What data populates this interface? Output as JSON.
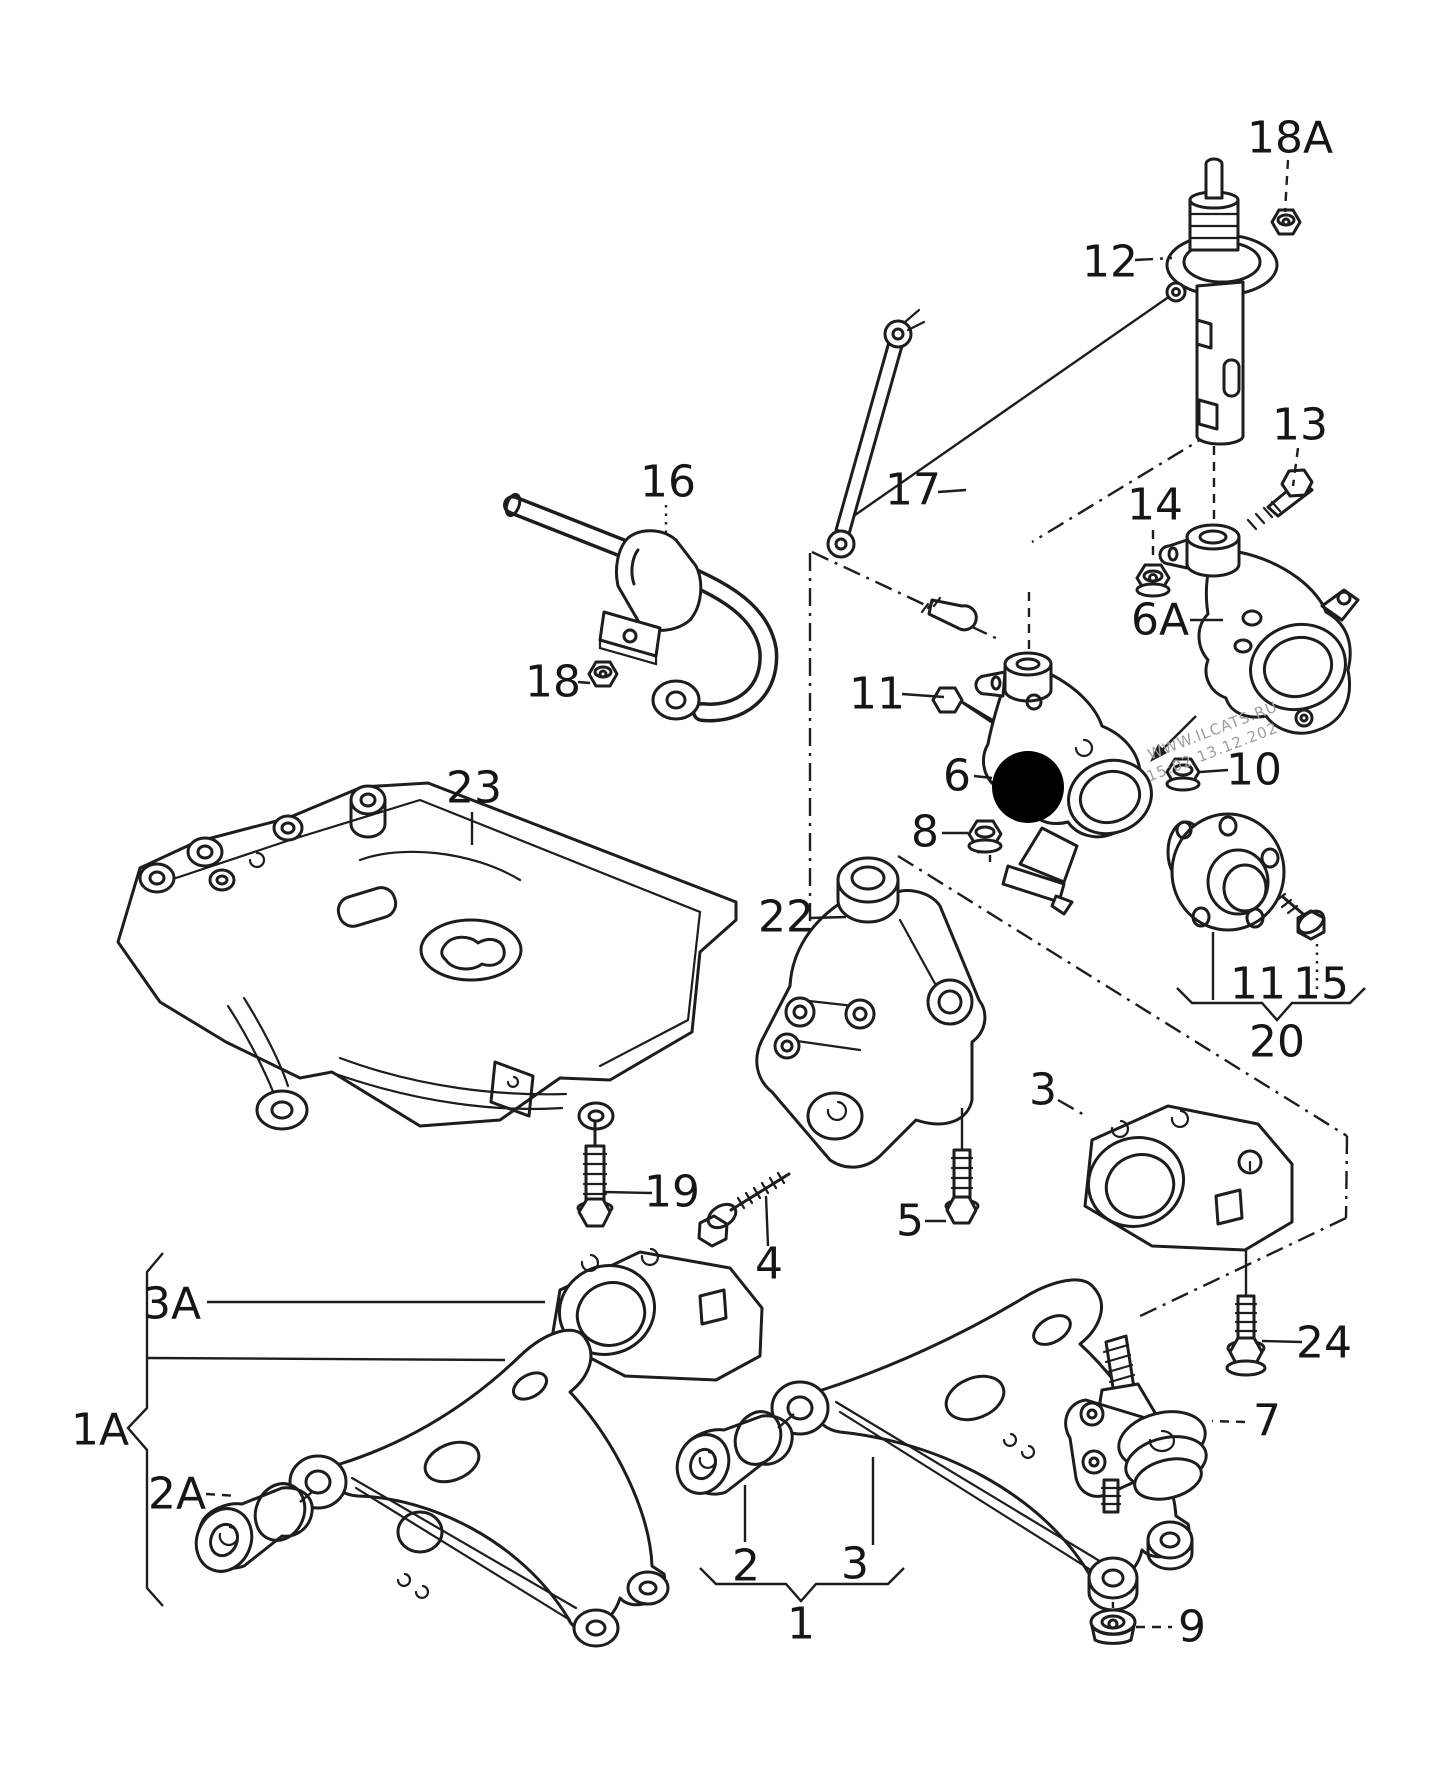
{
  "diagram": {
    "type": "exploded-parts-diagram",
    "background_color": "#ffffff",
    "line_color": "#1d1d1d",
    "highlight": {
      "shape": "filled-circle",
      "color": "#000000",
      "over_callout": "6"
    },
    "watermark": {
      "line1": "WWW.ILCATS.RU",
      "line2": "15:02 13.12.202",
      "color": "#9e9e9e"
    },
    "callouts": [
      {
        "label": "18A"
      },
      {
        "label": "12"
      },
      {
        "label": "13"
      },
      {
        "label": "14"
      },
      {
        "label": "6A"
      },
      {
        "label": "16"
      },
      {
        "label": "17"
      },
      {
        "label": "18"
      },
      {
        "label": "23"
      },
      {
        "label": "11"
      },
      {
        "label": "6"
      },
      {
        "label": "10"
      },
      {
        "label": "8"
      },
      {
        "label": "22"
      },
      {
        "label": "11"
      },
      {
        "label": "15"
      },
      {
        "label": "20"
      },
      {
        "label": "19"
      },
      {
        "label": "4"
      },
      {
        "label": "5"
      },
      {
        "label": "3"
      },
      {
        "label": "24"
      },
      {
        "label": "7"
      },
      {
        "label": "3A"
      },
      {
        "label": "1A"
      },
      {
        "label": "2A"
      },
      {
        "label": "2"
      },
      {
        "label": "3"
      },
      {
        "label": "1"
      },
      {
        "label": "9"
      }
    ]
  }
}
